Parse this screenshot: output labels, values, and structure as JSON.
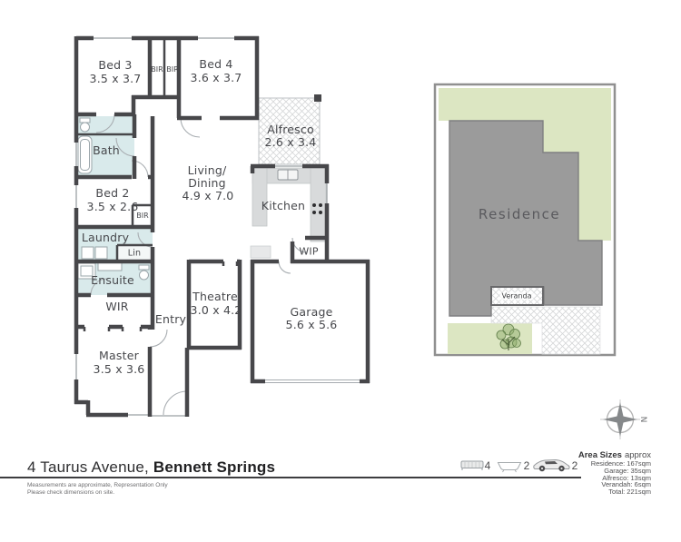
{
  "floor_plan": {
    "rooms": [
      {
        "name": "Bed 3",
        "dims": "3.5 x 3.7"
      },
      {
        "name": "Bed 4",
        "dims": "3.6 x 3.7"
      },
      {
        "name": "Alfresco",
        "dims": "2.6 x 3.4"
      },
      {
        "name": "Bath"
      },
      {
        "name_lines": [
          "Living/",
          "Dining"
        ],
        "dims": "4.9 x 7.0"
      },
      {
        "name": "Kitchen"
      },
      {
        "name": "Bed 2",
        "dims": "3.5 x 2.6"
      },
      {
        "name": "Laundry"
      },
      {
        "name": "Ensuite"
      },
      {
        "name": "WIR"
      },
      {
        "name": "Entry"
      },
      {
        "name": "Theatre",
        "dims": "3.0 x 4.2"
      },
      {
        "name": "Garage",
        "dims": "5.6 x 5.6"
      },
      {
        "name": "Master",
        "dims": "3.5 x 3.6"
      }
    ],
    "closets": [
      {
        "name": "BIR"
      },
      {
        "name": "BIR"
      },
      {
        "name": "BIR"
      },
      {
        "name": "Lin"
      },
      {
        "name": "WIP"
      }
    ]
  },
  "site_plan": {
    "residence_label": "Residence",
    "veranda_label": "Veranda",
    "north_label": "N"
  },
  "footer": {
    "address": {
      "street": "4 Taurus Avenue, ",
      "suburb": "Bennett Springs"
    },
    "disclaimer_line1": "Measurements are approximate, Representation Only",
    "disclaimer_line2": "Please check dimensions on site.",
    "features": {
      "beds": "4",
      "baths": "2",
      "cars": "2"
    },
    "area_sizes": {
      "heading": "Area Sizes",
      "heading_suffix": "approx",
      "items": [
        "Residence: 167sqm",
        "Garage: 35sqm",
        "Alfresco: 13sqm",
        "Verandah: 6sqm",
        "Total: 221sqm"
      ]
    }
  },
  "colors": {
    "wall": "#47474a",
    "wet_area": "#d9eaeb",
    "garden_green": "#dce6c2",
    "residence_fill": "#9b9b9b",
    "counter_grey": "#d8dadb"
  }
}
